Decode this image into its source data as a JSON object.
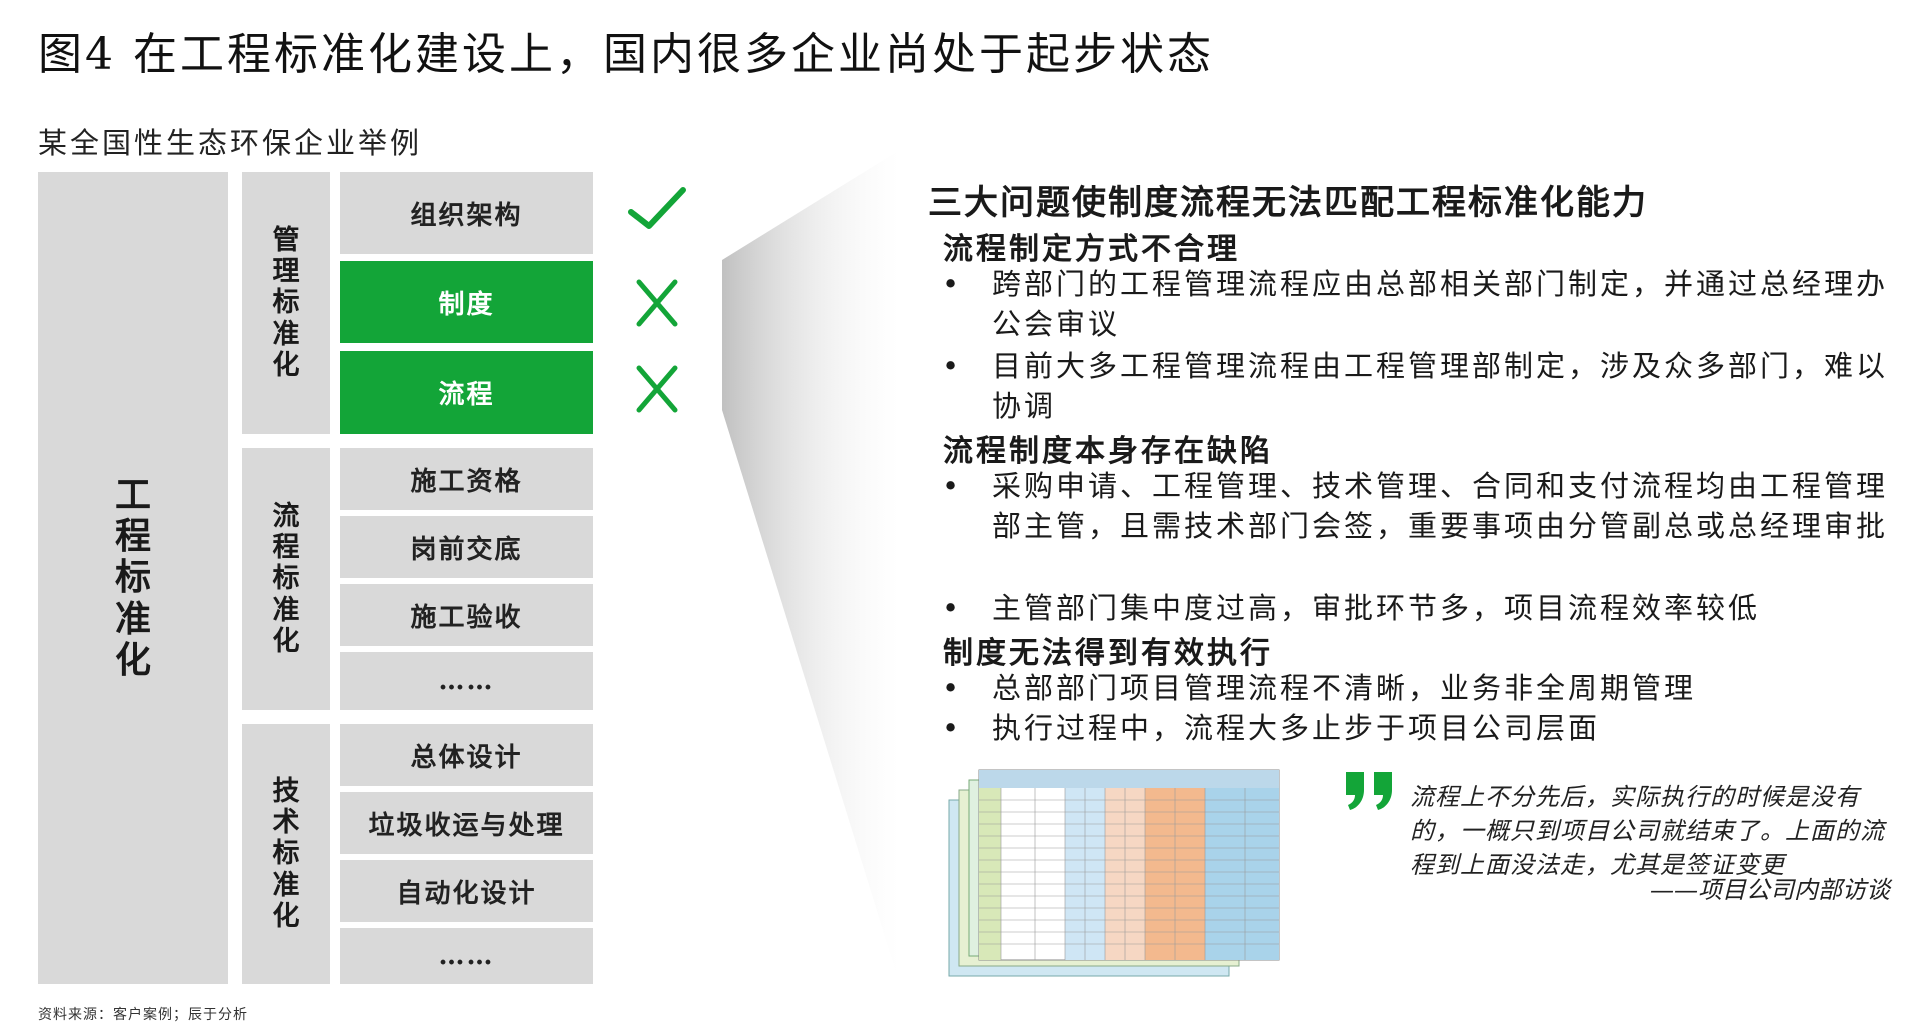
{
  "title": "图4  在工程标准化建设上，国内很多企业尚处于起步状态",
  "subtitle": "某全国性生态环保企业举例",
  "main_label": [
    "工",
    "程",
    "标",
    "准",
    "化"
  ],
  "groups": [
    {
      "label": [
        "管",
        "理",
        "标",
        "准",
        "化"
      ],
      "items": [
        "组织架构",
        "制度",
        "流程"
      ]
    },
    {
      "label": [
        "流",
        "程",
        "标",
        "准",
        "化"
      ],
      "items": [
        "施工资格",
        "岗前交底",
        "施工验收",
        "……"
      ]
    },
    {
      "label": [
        "技",
        "术",
        "标",
        "准",
        "化"
      ],
      "items": [
        "总体设计",
        "垃圾收运与处理",
        "自动化设计",
        "……"
      ]
    }
  ],
  "status": {
    "组织架构": "check",
    "制度": "cross",
    "流程": "cross"
  },
  "colors": {
    "green": "#13a538",
    "gray": "#d9d9d9"
  },
  "panel": {
    "title": "三大问题使制度流程无法匹配工程标准化能力",
    "sections": [
      {
        "heading": "流程制定方式不合理",
        "bullets": [
          "跨部门的工程管理流程应由总部相关部门制定，并通过总经理办公会审议",
          "目前大多工程管理流程由工程管理部制定，涉及众多部门，难以协调"
        ]
      },
      {
        "heading": "流程制度本身存在缺陷",
        "bullets": [
          "采购申请、工程管理、技术管理、合同和支付流程均由工程管理部主管，且需技术部门会签，重要事项由分管副总或总经理审批",
          "主管部门集中度过高，审批环节多，项目流程效率较低"
        ]
      },
      {
        "heading": "制度无法得到有效执行",
        "bullets": [
          "总部部门项目管理流程不清晰，业务非全周期管理",
          "执行过程中，流程大多止步于项目公司层面"
        ]
      }
    ]
  },
  "quote": {
    "text": "流程上不分先后，实际执行的时候是没有的，一概只到项目公司就结束了。上面的流程到上面没法走，尤其是签证变更",
    "source": "——项目公司内部访谈"
  },
  "bullet_symbol": "•",
  "source_note": "资料来源：客户案例；辰于分析"
}
